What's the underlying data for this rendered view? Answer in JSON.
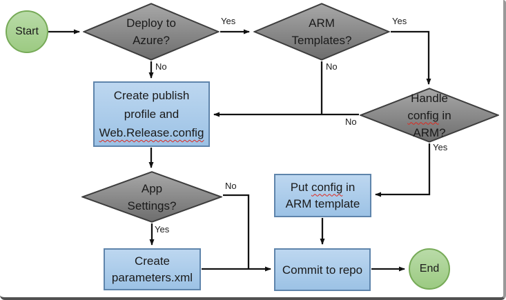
{
  "title": "Azure deployment configuration flowchart",
  "colors": {
    "terminator_fill_top": "#b9dba8",
    "terminator_fill_bottom": "#9cca82",
    "terminator_border": "#76aa57",
    "decision_fill_top": "#a8a8a8",
    "decision_fill_bottom": "#6d6d6d",
    "decision_border": "#3d3d3d",
    "process_fill_top": "#bdd7f0",
    "process_fill_bottom": "#9cc2e5",
    "process_border": "#5e84ab",
    "connector": "#111111",
    "squiggle": "#e0251b",
    "frame_right": "#999999",
    "frame_bottom": "#515151",
    "text": "#1a1a1a"
  },
  "nodes": {
    "start": {
      "type": "terminator",
      "label": "Start"
    },
    "deploy": {
      "type": "decision",
      "line1": "Deploy to",
      "line2": "Azure?"
    },
    "arm": {
      "type": "decision",
      "line1": "ARM",
      "line2": "Templates?"
    },
    "handle": {
      "type": "decision",
      "line1": "Handle",
      "line2_word": "config",
      "line2_rest": " in",
      "line3": "ARM?"
    },
    "create_publish": {
      "type": "process",
      "line1": "Create publish",
      "line2": "profile and",
      "line3": "Web.Release.config"
    },
    "app_settings": {
      "type": "decision",
      "line1": "App",
      "line2": "Settings?"
    },
    "put_config": {
      "type": "process",
      "line1_pre": "Put ",
      "line1_word": "config",
      "line1_post": " in",
      "line2": "ARM template"
    },
    "create_params": {
      "type": "process",
      "line1": "Create",
      "line2": "parameters.xml"
    },
    "commit": {
      "type": "process",
      "label": "Commit to repo"
    },
    "end": {
      "type": "terminator",
      "label": "End"
    }
  },
  "edge_labels": {
    "deploy_yes": "Yes",
    "deploy_no": "No",
    "arm_yes": "Yes",
    "arm_no": "No",
    "handle_yes": "Yes",
    "handle_no": "No",
    "app_yes": "Yes",
    "app_no": "No"
  }
}
